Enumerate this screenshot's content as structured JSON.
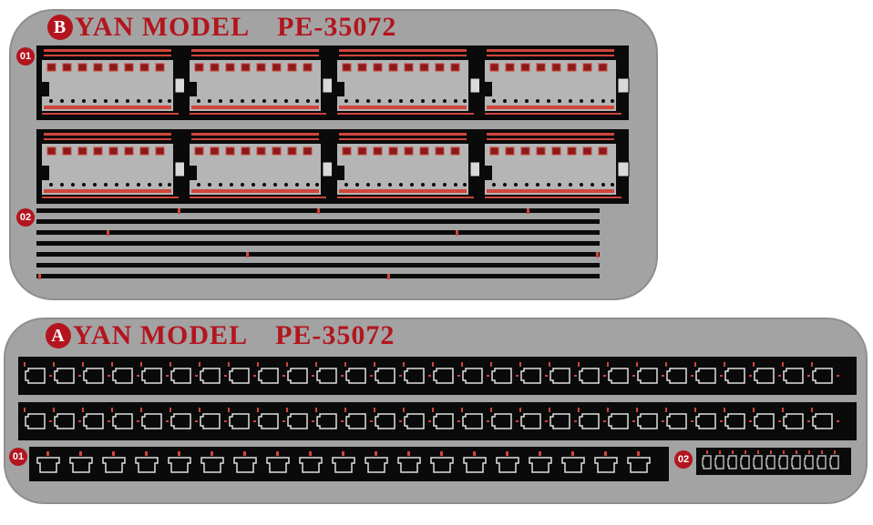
{
  "fret_b": {
    "badge": "B",
    "brand": "YAN MODEL",
    "code": "PE-35072",
    "part_1": "01",
    "part_2": "02"
  },
  "fret_a": {
    "badge": "A",
    "brand": "YAN MODEL",
    "code": "PE-35072",
    "part_1": "01",
    "part_2": "02"
  },
  "colors": {
    "fret": "#a3a3a3",
    "brass": "#0a0a0a",
    "accent": "#b3151e"
  }
}
